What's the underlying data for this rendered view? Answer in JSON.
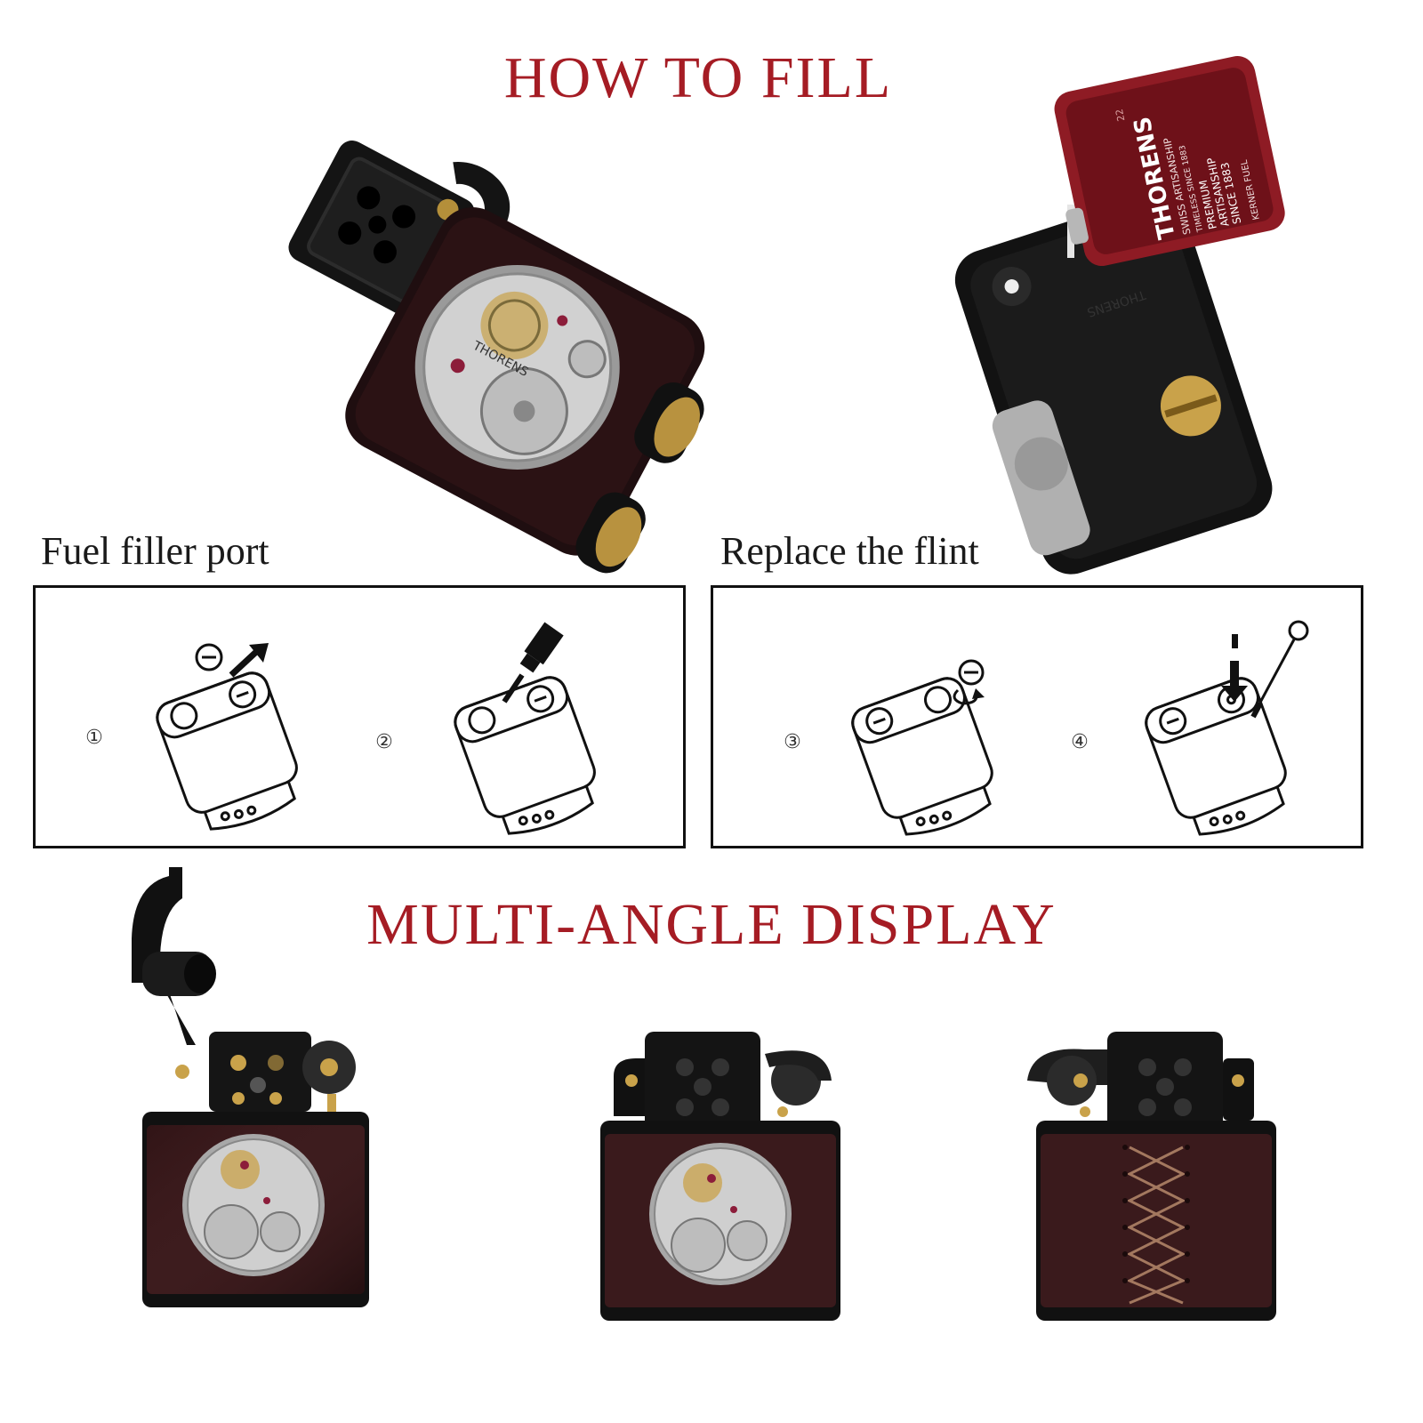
{
  "how_to_fill": {
    "title": "HOW TO FILL",
    "fuel_caption": "Fuel filler port",
    "flint_caption": "Replace the flint"
  },
  "fuel_can": {
    "brand": "THORENS",
    "line1": "SWISS ARTISANSHIP",
    "line2": "TIMELESS SINCE 1883",
    "line3": "PREMIUM",
    "line4": "ARTISANSHIP",
    "line5": "SINCE 1883",
    "side": "KERNER FUEL",
    "number": "22"
  },
  "movement_brand": "THORENS",
  "steps": [
    {
      "num": "①",
      "group": "fuel",
      "desc": "unscrew"
    },
    {
      "num": "②",
      "group": "fuel",
      "desc": "pour"
    },
    {
      "num": "③",
      "group": "flint",
      "desc": "unscrew"
    },
    {
      "num": "④",
      "group": "flint",
      "desc": "insert"
    }
  ],
  "multi_angle": {
    "title": "MULTI-ANGLE DISPLAY"
  },
  "colors": {
    "title_red": "#a51c24",
    "leather": "#3a1a1c",
    "metal_black": "#141414",
    "brass": "#c9a24a",
    "silver": "#c8c8c8",
    "can_red": "#8e1b24"
  }
}
